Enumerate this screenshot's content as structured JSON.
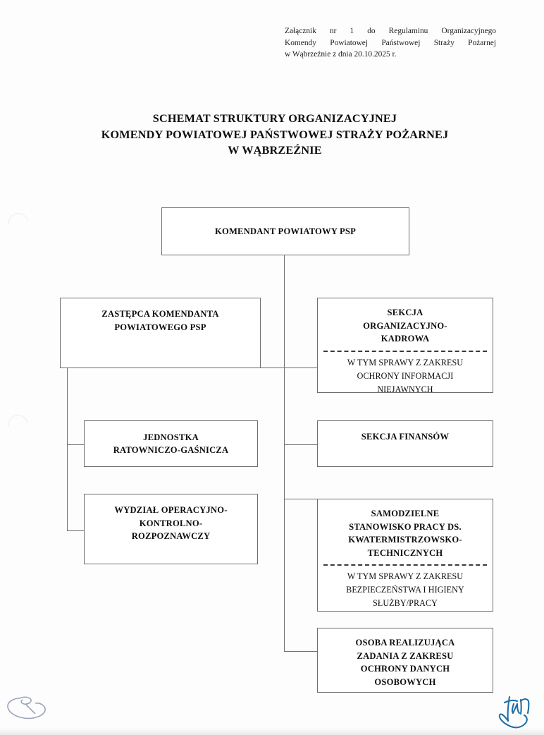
{
  "document": {
    "header_note": [
      "Załącznik nr 1 do Regulaminu Organizacyjnego",
      "Komendy Powiatowej Państwowej Straży Pożarnej",
      "w Wąbrzeźnie z dnia 20.10.2025 r."
    ],
    "title": [
      "SCHEMAT STRUKTURY ORGANIZACYJNEJ",
      "KOMENDY POWIATOWEJ PAŃSTWOWEJ STRAŻY POŻARNEJ",
      "W WĄBRZEŹNIE"
    ]
  },
  "chart_data": {
    "type": "diagram",
    "title": "SCHEMAT STRUKTURY ORGANIZACYJNEJ KOMENDY POWIATOWEJ PAŃSTWOWEJ STRAŻY POŻARNEJ W WĄBRZEŹNIE",
    "nodes": [
      {
        "id": "komendant",
        "title": [
          "KOMENDANT POWIATOWY PSP"
        ],
        "sub": [],
        "level": 0
      },
      {
        "id": "zastepca",
        "title": [
          "ZASTĘPCA KOMENDANTA",
          "POWIATOWEGO PSP"
        ],
        "sub": [],
        "level": 1
      },
      {
        "id": "sekcja-organizacyjno-kadrowa",
        "title": [
          "SEKCJA",
          "ORGANIZACYJNO-",
          "KADROWA"
        ],
        "sub": [
          "W TYM SPRAWY Z ZAKRESU",
          "OCHRONY INFORMACJI",
          "NIEJAWNYCH"
        ],
        "level": 1
      },
      {
        "id": "jednostka-ratowniczo-gasnicza",
        "title": [
          "JEDNOSTKA",
          "RATOWNICZO-GAŚNICZA"
        ],
        "sub": [],
        "level": 2
      },
      {
        "id": "sekcja-finansow",
        "title": [
          "SEKCJA FINANSÓW"
        ],
        "sub": [],
        "level": 2
      },
      {
        "id": "wydzial-operacyjno-kontrolno-rozpoznawczy",
        "title": [
          "WYDZIAŁ OPERACYJNO-",
          "KONTROLNO-",
          "ROZPOZNAWCZY"
        ],
        "sub": [],
        "level": 2
      },
      {
        "id": "samodzielne-stanowisko-kwatermistrzowsko-techniczne",
        "title": [
          "SAMODZIELNE",
          "STANOWISKO PRACY DS.",
          "KWATERMISTRZOWSKO-",
          "TECHNICZNYCH"
        ],
        "sub": [
          "W TYM SPRAWY Z ZAKRESU",
          "BEZPIECZEŃSTWA I HIGIENY",
          "SŁUŻBY/PRACY"
        ],
        "level": 2
      },
      {
        "id": "osoba-ochrona-danych-osobowych",
        "title": [
          "OSOBA REALIZUJĄCA",
          "ZADANIA Z ZAKRESU",
          "OCHRONY DANYCH",
          "OSOBOWYCH"
        ],
        "sub": [],
        "level": 2
      }
    ],
    "edges": [
      {
        "from": "komendant",
        "to": "zastepca"
      },
      {
        "from": "komendant",
        "to": "sekcja-organizacyjno-kadrowa"
      },
      {
        "from": "komendant",
        "to": "sekcja-finansow"
      },
      {
        "from": "komendant",
        "to": "samodzielne-stanowisko-kwatermistrzowsko-techniczne"
      },
      {
        "from": "komendant",
        "to": "osoba-ochrona-danych-osobowych"
      },
      {
        "from": "zastepca",
        "to": "jednostka-ratowniczo-gasnicza"
      },
      {
        "from": "zastepca",
        "to": "wydzial-operacyjno-kontrolno-rozpoznawczy"
      }
    ]
  },
  "annotations": {
    "signature_color": "#1f6fa8",
    "line_color": "#6f6f73"
  }
}
